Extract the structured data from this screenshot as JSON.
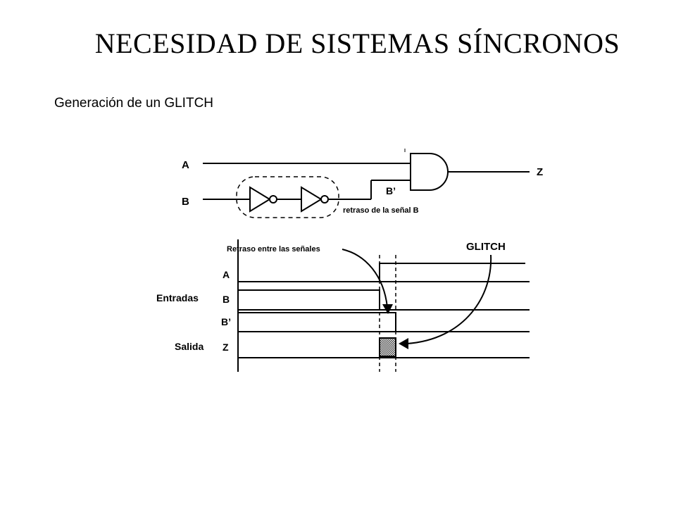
{
  "title": "NECESIDAD DE SISTEMAS SÍNCRONOS",
  "subtitle": "Generación de un GLITCH",
  "circuit": {
    "input_a": "A",
    "input_b": "B",
    "output_z": "Z",
    "b_prime": "B’",
    "delay_note": "retraso de la señal B"
  },
  "timing": {
    "delay_label": "Retraso entre las señales",
    "glitch_label": "GLITCH",
    "group_inputs": "Entradas",
    "group_output": "Salida",
    "signals": [
      "A",
      "B",
      "B’",
      "Z"
    ]
  }
}
